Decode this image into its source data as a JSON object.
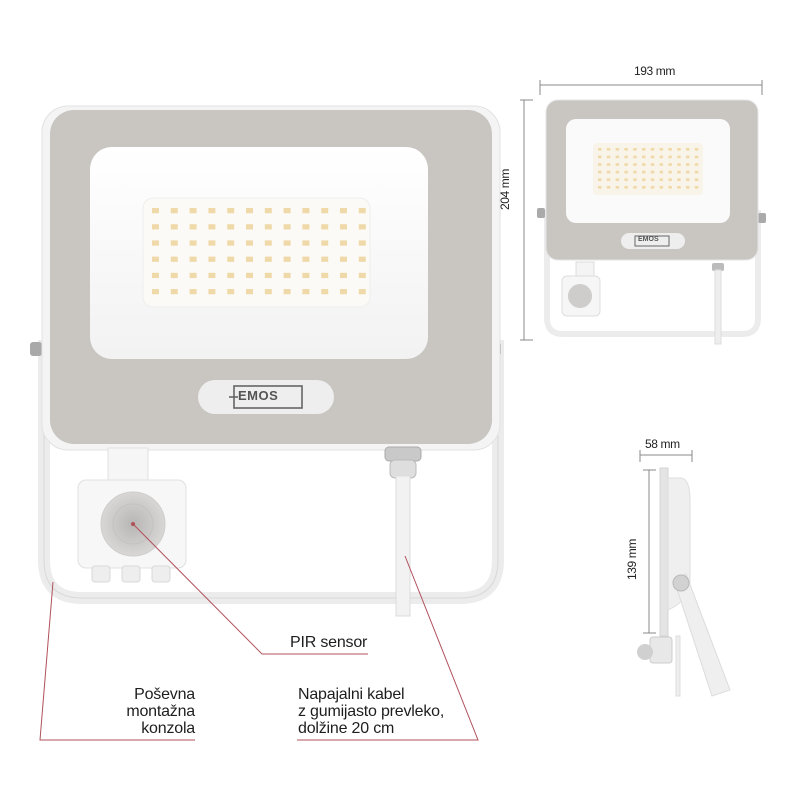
{
  "product": {
    "brand_logo": "EMOS",
    "type": "LED floodlight with PIR sensor",
    "led_grid": {
      "rows": 6,
      "cols": 12
    }
  },
  "dimensions": {
    "width": "193 mm",
    "height": "204 mm",
    "depth": "58 mm",
    "side_height": "139 mm"
  },
  "callouts": {
    "pir_sensor": "PIR sensor",
    "bracket": [
      "Poševna",
      "montažna",
      "konzola"
    ],
    "cable": [
      "Napajalni kabel",
      "z gumijasto prevleko,",
      "dolžine 20 cm"
    ]
  },
  "colors": {
    "housing_frame": "#c9c6c2",
    "white_body": "#f7f7f7",
    "leader_line": "#b0505a",
    "dim_line": "#888888",
    "led": "#f0d9a8"
  }
}
